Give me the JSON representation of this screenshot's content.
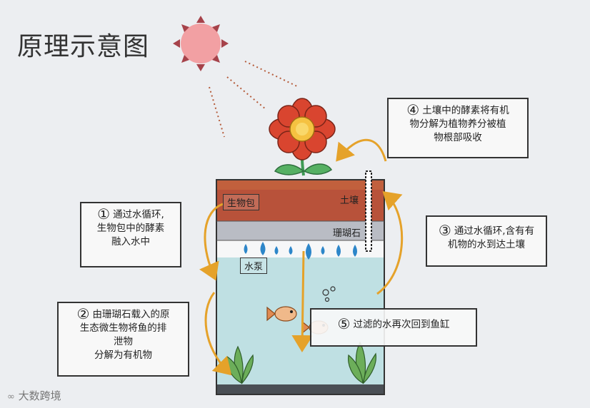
{
  "title": "原理示意图",
  "tank": {
    "soil_label": "土壤",
    "bio_bag_label": "生物包",
    "coral_label": "珊瑚石",
    "pump_label": "水泵"
  },
  "notes": {
    "n1": {
      "num": "①",
      "lines": [
        "通过水循环,",
        "生物包中的酵素",
        "融入水中"
      ]
    },
    "n2": {
      "num": "②",
      "lines": [
        "由珊瑚石载入的原",
        "生态微生物将鱼的排",
        "泄物",
        "分解为有机物"
      ]
    },
    "n3": {
      "num": "③",
      "lines": [
        "通过水循环,含有有",
        "机物的水到达土壤"
      ]
    },
    "n4": {
      "num": "④",
      "lines": [
        "土壤中的酵素将有机",
        "物分解为植物养分被植",
        "物根部吸收"
      ]
    },
    "n5": {
      "num": "⑤",
      "lines": [
        "过滤的水再次回到鱼缸"
      ]
    }
  },
  "watermark": "大数跨境",
  "colors": {
    "sun": "#f2a0a3",
    "soil": "#b8523a",
    "coral": "#b9bcc4",
    "water": "#bfe0e3",
    "arrow": "#e5a22a",
    "drop": "#2d86c9",
    "petal": "#d9452f",
    "leaf": "#3f9a55"
  }
}
